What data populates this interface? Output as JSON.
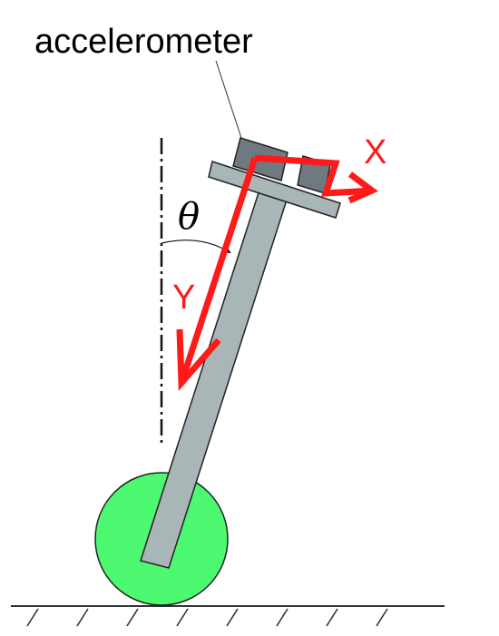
{
  "labels": {
    "sensor": "accelerometer",
    "x_axis": "X",
    "y_axis": "Y",
    "angle": "θ"
  },
  "colors": {
    "rod": "#a9b6b8",
    "wheel": "#4cf970",
    "axis": "#ff1a1a",
    "sensor_block": "#6e7a80",
    "outline": "#222222"
  }
}
